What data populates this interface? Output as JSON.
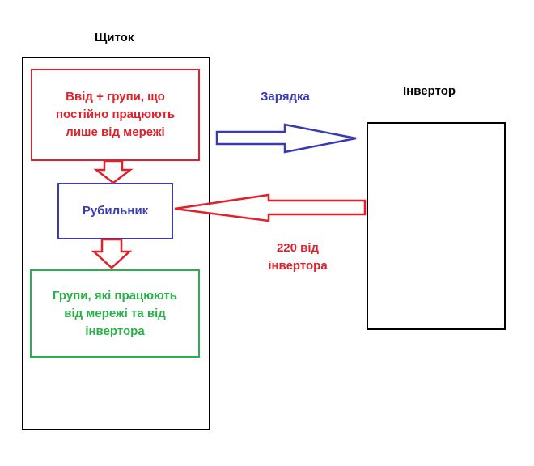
{
  "panel": {
    "title": "Щиток",
    "input_box": {
      "lines": [
        "Ввід + групи, що",
        "постійно працюють",
        "лише від мережі"
      ]
    },
    "switch_box": {
      "label": "Рубильник"
    },
    "groups_box": {
      "lines": [
        "Групи, які працюють",
        "від мережі та від",
        "інвертора"
      ]
    }
  },
  "inverter": {
    "title": "Інвертор"
  },
  "charging_arrow": {
    "label": "Зарядка"
  },
  "output_arrow": {
    "lines": [
      "220 від",
      "інвертора"
    ]
  },
  "colors": {
    "red": "#e0202a",
    "blue": "#3a3ab4",
    "green": "#28b04a",
    "black": "#000000"
  }
}
